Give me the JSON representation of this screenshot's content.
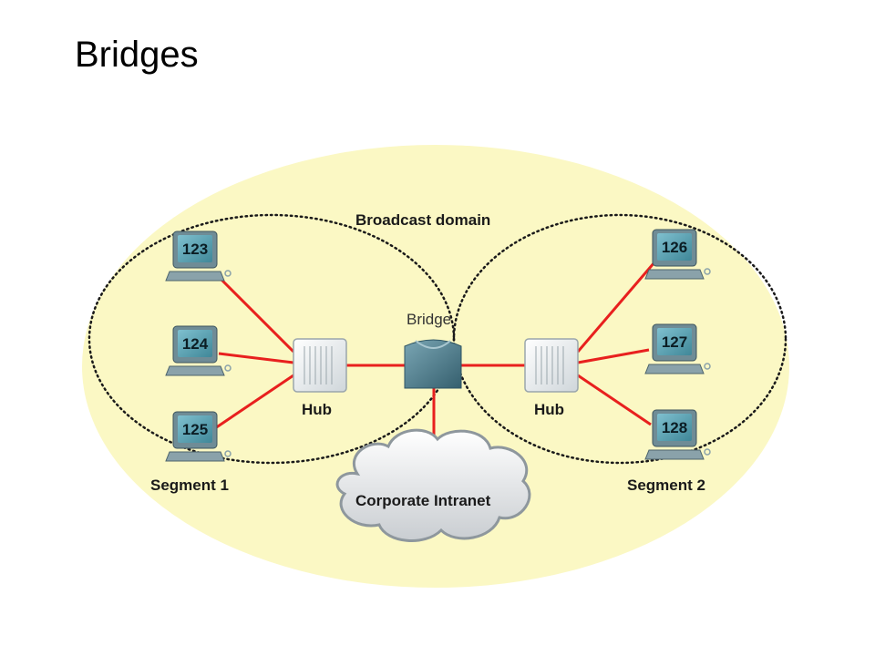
{
  "title": "Bridges",
  "labels": {
    "broadcast_domain": "Broadcast domain",
    "bridge": "Bridge",
    "hub_left": "Hub",
    "hub_right": "Hub",
    "segment_1": "Segment 1",
    "segment_2": "Segment 2",
    "cloud": "Corporate Intranet"
  },
  "computers": {
    "left": [
      "123",
      "124",
      "125"
    ],
    "right": [
      "126",
      "127",
      "128"
    ]
  },
  "colors": {
    "domain_fill": "#fbf8c4",
    "link": "#e8201e",
    "monitor_body": "#6f8c96",
    "screen": "#5aa0b2",
    "bridge": "#4b7e90"
  }
}
